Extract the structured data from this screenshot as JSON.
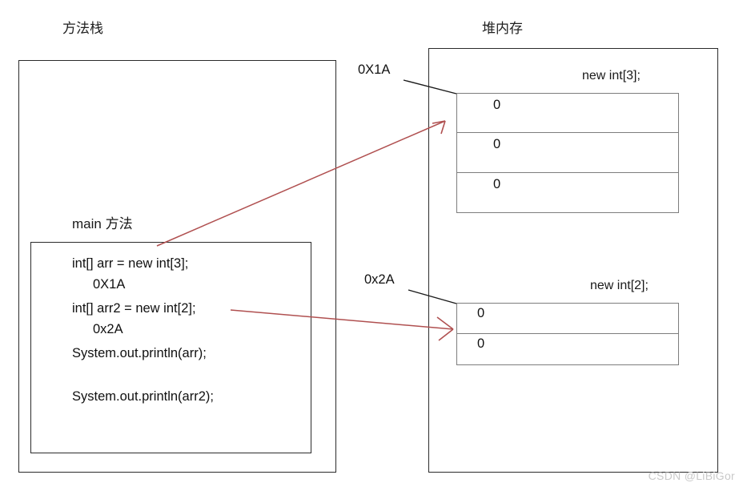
{
  "diagram": {
    "stack": {
      "title": "方法栈",
      "method_label": "main 方法",
      "code_lines": [
        "int[] arr = new int[3];",
        "0X1A",
        "int[] arr2 = new int[2];",
        "0x2A",
        "System.out.println(arr);",
        "System.out.println(arr2);"
      ]
    },
    "heap": {
      "title": "堆内存",
      "arrays": [
        {
          "caption": "new int[3];",
          "address": "0X1A",
          "cells": [
            "0",
            "0",
            "0"
          ]
        },
        {
          "caption": "new int[2];",
          "address": "0x2A",
          "cells": [
            "0",
            "0"
          ]
        }
      ]
    },
    "arrow_color": "#b05050",
    "leader_color": "#1a1a1a",
    "watermark": "CSDN @LiBiGor"
  }
}
